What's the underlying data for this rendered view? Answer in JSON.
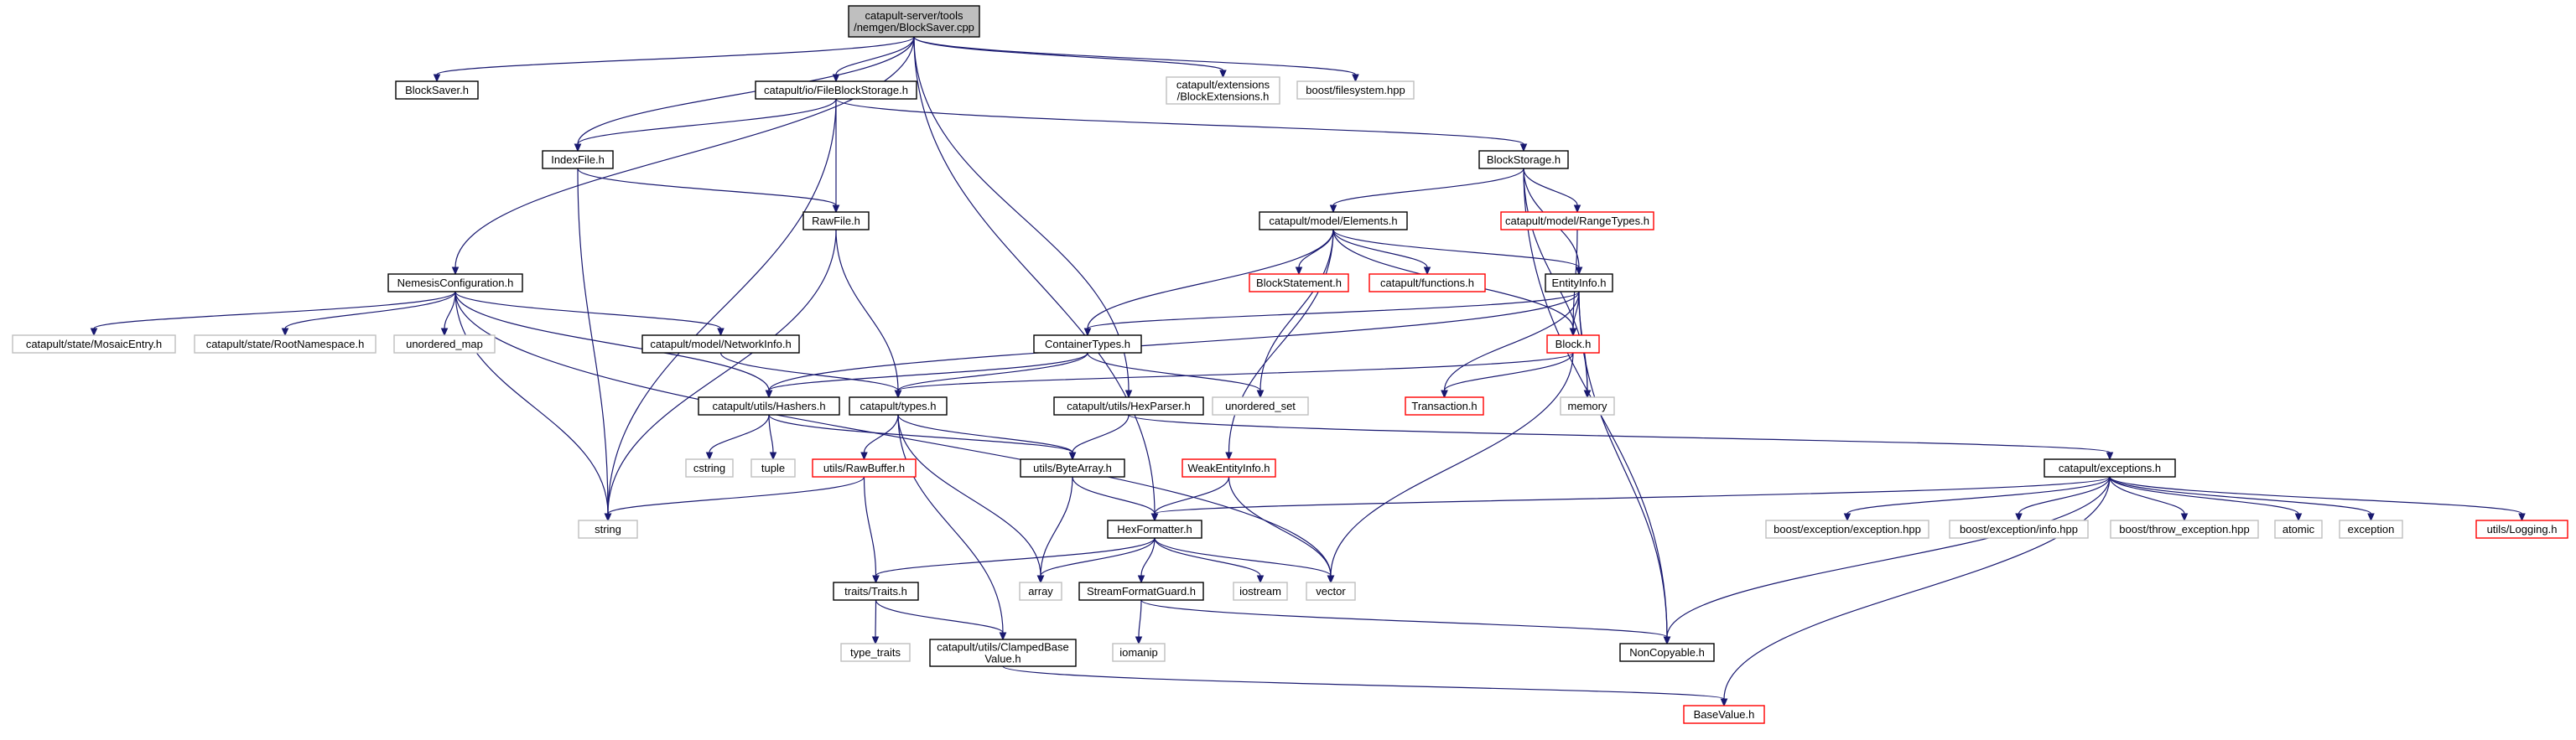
{
  "diagram": {
    "colors": {
      "edge": "#191970",
      "root_fill": "#bfbfbf",
      "documented_border": "#000000",
      "external_border": "#bfbfbf",
      "incomplete_border": "#ff0000"
    },
    "nodes": [
      {
        "id": "root",
        "lines": [
          "catapult-server/tools",
          "/nemgen/BlockSaver.cpp"
        ],
        "style": "root"
      },
      {
        "id": "blocksaver",
        "lines": [
          "BlockSaver.h"
        ],
        "style": "documented"
      },
      {
        "id": "filestorage",
        "lines": [
          "catapult/io/FileBlockStorage.h"
        ],
        "style": "documented"
      },
      {
        "id": "blockext",
        "lines": [
          "catapult/extensions",
          "/BlockExtensions.h"
        ],
        "style": "external"
      },
      {
        "id": "boostfs",
        "lines": [
          "boost/filesystem.hpp"
        ],
        "style": "external"
      },
      {
        "id": "indexfile",
        "lines": [
          "IndexFile.h"
        ],
        "style": "documented"
      },
      {
        "id": "rawfile",
        "lines": [
          "RawFile.h"
        ],
        "style": "documented"
      },
      {
        "id": "blockstorage",
        "lines": [
          "BlockStorage.h"
        ],
        "style": "documented"
      },
      {
        "id": "elements",
        "lines": [
          "catapult/model/Elements.h"
        ],
        "style": "documented"
      },
      {
        "id": "rangetypes",
        "lines": [
          "catapult/model/RangeTypes.h"
        ],
        "style": "incomplete"
      },
      {
        "id": "blockstatement",
        "lines": [
          "BlockStatement.h"
        ],
        "style": "incomplete"
      },
      {
        "id": "functions",
        "lines": [
          "catapult/functions.h"
        ],
        "style": "incomplete"
      },
      {
        "id": "entityinfo",
        "lines": [
          "EntityInfo.h"
        ],
        "style": "documented"
      },
      {
        "id": "nemesis",
        "lines": [
          "NemesisConfiguration.h"
        ],
        "style": "documented"
      },
      {
        "id": "mosaicentry",
        "lines": [
          "catapult/state/MosaicEntry.h"
        ],
        "style": "external"
      },
      {
        "id": "rootns",
        "lines": [
          "catapult/state/RootNamespace.h"
        ],
        "style": "external"
      },
      {
        "id": "unorderedmap",
        "lines": [
          "unordered_map"
        ],
        "style": "external"
      },
      {
        "id": "networkinfo",
        "lines": [
          "catapult/model/NetworkInfo.h"
        ],
        "style": "documented"
      },
      {
        "id": "containertypes",
        "lines": [
          "ContainerTypes.h"
        ],
        "style": "documented"
      },
      {
        "id": "blockh",
        "lines": [
          "Block.h"
        ],
        "style": "incomplete"
      },
      {
        "id": "hashers",
        "lines": [
          "catapult/utils/Hashers.h"
        ],
        "style": "documented"
      },
      {
        "id": "types",
        "lines": [
          "catapult/types.h"
        ],
        "style": "documented"
      },
      {
        "id": "hexparser",
        "lines": [
          "catapult/utils/HexParser.h"
        ],
        "style": "documented"
      },
      {
        "id": "unorderedset",
        "lines": [
          "unordered_set"
        ],
        "style": "external"
      },
      {
        "id": "transaction",
        "lines": [
          "Transaction.h"
        ],
        "style": "incomplete"
      },
      {
        "id": "memory",
        "lines": [
          "memory"
        ],
        "style": "external"
      },
      {
        "id": "cstring",
        "lines": [
          "cstring"
        ],
        "style": "external"
      },
      {
        "id": "tuple",
        "lines": [
          "tuple"
        ],
        "style": "external"
      },
      {
        "id": "rawbuffer",
        "lines": [
          "utils/RawBuffer.h"
        ],
        "style": "incomplete"
      },
      {
        "id": "bytearray",
        "lines": [
          "utils/ByteArray.h"
        ],
        "style": "documented"
      },
      {
        "id": "weakentity",
        "lines": [
          "WeakEntityInfo.h"
        ],
        "style": "incomplete"
      },
      {
        "id": "exceptions",
        "lines": [
          "catapult/exceptions.h"
        ],
        "style": "documented"
      },
      {
        "id": "string",
        "lines": [
          "string"
        ],
        "style": "external"
      },
      {
        "id": "hexformatter",
        "lines": [
          "HexFormatter.h"
        ],
        "style": "documented"
      },
      {
        "id": "boostexc",
        "lines": [
          "boost/exception/exception.hpp"
        ],
        "style": "external"
      },
      {
        "id": "boostinfo",
        "lines": [
          "boost/exception/info.hpp"
        ],
        "style": "external"
      },
      {
        "id": "boostthrow",
        "lines": [
          "boost/throw_exception.hpp"
        ],
        "style": "external"
      },
      {
        "id": "atomic",
        "lines": [
          "atomic"
        ],
        "style": "external"
      },
      {
        "id": "exception",
        "lines": [
          "exception"
        ],
        "style": "external"
      },
      {
        "id": "logging",
        "lines": [
          "utils/Logging.h"
        ],
        "style": "incomplete"
      },
      {
        "id": "traits",
        "lines": [
          "traits/Traits.h"
        ],
        "style": "documented"
      },
      {
        "id": "array",
        "lines": [
          "array"
        ],
        "style": "external"
      },
      {
        "id": "streamguard",
        "lines": [
          "StreamFormatGuard.h"
        ],
        "style": "documented"
      },
      {
        "id": "iostream",
        "lines": [
          "iostream"
        ],
        "style": "external"
      },
      {
        "id": "vector",
        "lines": [
          "vector"
        ],
        "style": "external"
      },
      {
        "id": "typetraits",
        "lines": [
          "type_traits"
        ],
        "style": "external"
      },
      {
        "id": "clamped",
        "lines": [
          "catapult/utils/ClampedBase",
          "Value.h"
        ],
        "style": "documented"
      },
      {
        "id": "iomanip",
        "lines": [
          "iomanip"
        ],
        "style": "external"
      },
      {
        "id": "noncopyable",
        "lines": [
          "NonCopyable.h"
        ],
        "style": "documented"
      },
      {
        "id": "basevalue",
        "lines": [
          "BaseValue.h"
        ],
        "style": "incomplete"
      }
    ],
    "edges": [
      [
        "root",
        "blocksaver"
      ],
      [
        "root",
        "filestorage"
      ],
      [
        "root",
        "blockext"
      ],
      [
        "root",
        "boostfs"
      ],
      [
        "root",
        "indexfile"
      ],
      [
        "root",
        "nemesis"
      ],
      [
        "root",
        "hexparser"
      ],
      [
        "root",
        "hexformatter"
      ],
      [
        "filestorage",
        "indexfile"
      ],
      [
        "filestorage",
        "rawfile"
      ],
      [
        "filestorage",
        "blockstorage"
      ],
      [
        "filestorage",
        "string"
      ],
      [
        "indexfile",
        "rawfile"
      ],
      [
        "indexfile",
        "string"
      ],
      [
        "rawfile",
        "types"
      ],
      [
        "rawfile",
        "string"
      ],
      [
        "blockstorage",
        "elements"
      ],
      [
        "blockstorage",
        "rangetypes"
      ],
      [
        "blockstorage",
        "entityinfo"
      ],
      [
        "blockstorage",
        "memory"
      ],
      [
        "blockstorage",
        "noncopyable"
      ],
      [
        "elements",
        "blockstatement"
      ],
      [
        "elements",
        "functions"
      ],
      [
        "elements",
        "entityinfo"
      ],
      [
        "elements",
        "containertypes"
      ],
      [
        "elements",
        "blockh"
      ],
      [
        "elements",
        "unorderedset"
      ],
      [
        "elements",
        "weakentity"
      ],
      [
        "rangetypes",
        "blockh"
      ],
      [
        "entityinfo",
        "blockh"
      ],
      [
        "entityinfo",
        "containertypes"
      ],
      [
        "entityinfo",
        "hashers"
      ],
      [
        "entityinfo",
        "memory"
      ],
      [
        "entityinfo",
        "noncopyable"
      ],
      [
        "entityinfo",
        "transaction"
      ],
      [
        "nemesis",
        "mosaicentry"
      ],
      [
        "nemesis",
        "rootns"
      ],
      [
        "nemesis",
        "unorderedmap"
      ],
      [
        "nemesis",
        "networkinfo"
      ],
      [
        "nemesis",
        "hashers"
      ],
      [
        "nemesis",
        "string"
      ],
      [
        "nemesis",
        "vector"
      ],
      [
        "networkinfo",
        "types"
      ],
      [
        "containertypes",
        "hashers"
      ],
      [
        "containertypes",
        "types"
      ],
      [
        "containertypes",
        "unorderedset"
      ],
      [
        "blockh",
        "transaction"
      ],
      [
        "blockh",
        "types"
      ],
      [
        "blockh",
        "vector"
      ],
      [
        "hashers",
        "cstring"
      ],
      [
        "hashers",
        "tuple"
      ],
      [
        "hashers",
        "bytearray"
      ],
      [
        "types",
        "rawbuffer"
      ],
      [
        "types",
        "bytearray"
      ],
      [
        "types",
        "array"
      ],
      [
        "types",
        "clamped"
      ],
      [
        "hexparser",
        "bytearray"
      ],
      [
        "hexparser",
        "exceptions"
      ],
      [
        "rawbuffer",
        "string"
      ],
      [
        "rawbuffer",
        "traits"
      ],
      [
        "bytearray",
        "hexformatter"
      ],
      [
        "bytearray",
        "array"
      ],
      [
        "weakentity",
        "hexformatter"
      ],
      [
        "weakentity",
        "vector"
      ],
      [
        "exceptions",
        "hexformatter"
      ],
      [
        "exceptions",
        "boostexc"
      ],
      [
        "exceptions",
        "boostinfo"
      ],
      [
        "exceptions",
        "boostthrow"
      ],
      [
        "exceptions",
        "atomic"
      ],
      [
        "exceptions",
        "exception"
      ],
      [
        "exceptions",
        "logging"
      ],
      [
        "exceptions",
        "noncopyable"
      ],
      [
        "exceptions",
        "basevalue"
      ],
      [
        "hexformatter",
        "traits"
      ],
      [
        "hexformatter",
        "array"
      ],
      [
        "hexformatter",
        "streamguard"
      ],
      [
        "hexformatter",
        "iostream"
      ],
      [
        "hexformatter",
        "vector"
      ],
      [
        "traits",
        "typetraits"
      ],
      [
        "traits",
        "clamped"
      ],
      [
        "streamguard",
        "iomanip"
      ],
      [
        "streamguard",
        "noncopyable"
      ],
      [
        "clamped",
        "basevalue"
      ]
    ]
  }
}
